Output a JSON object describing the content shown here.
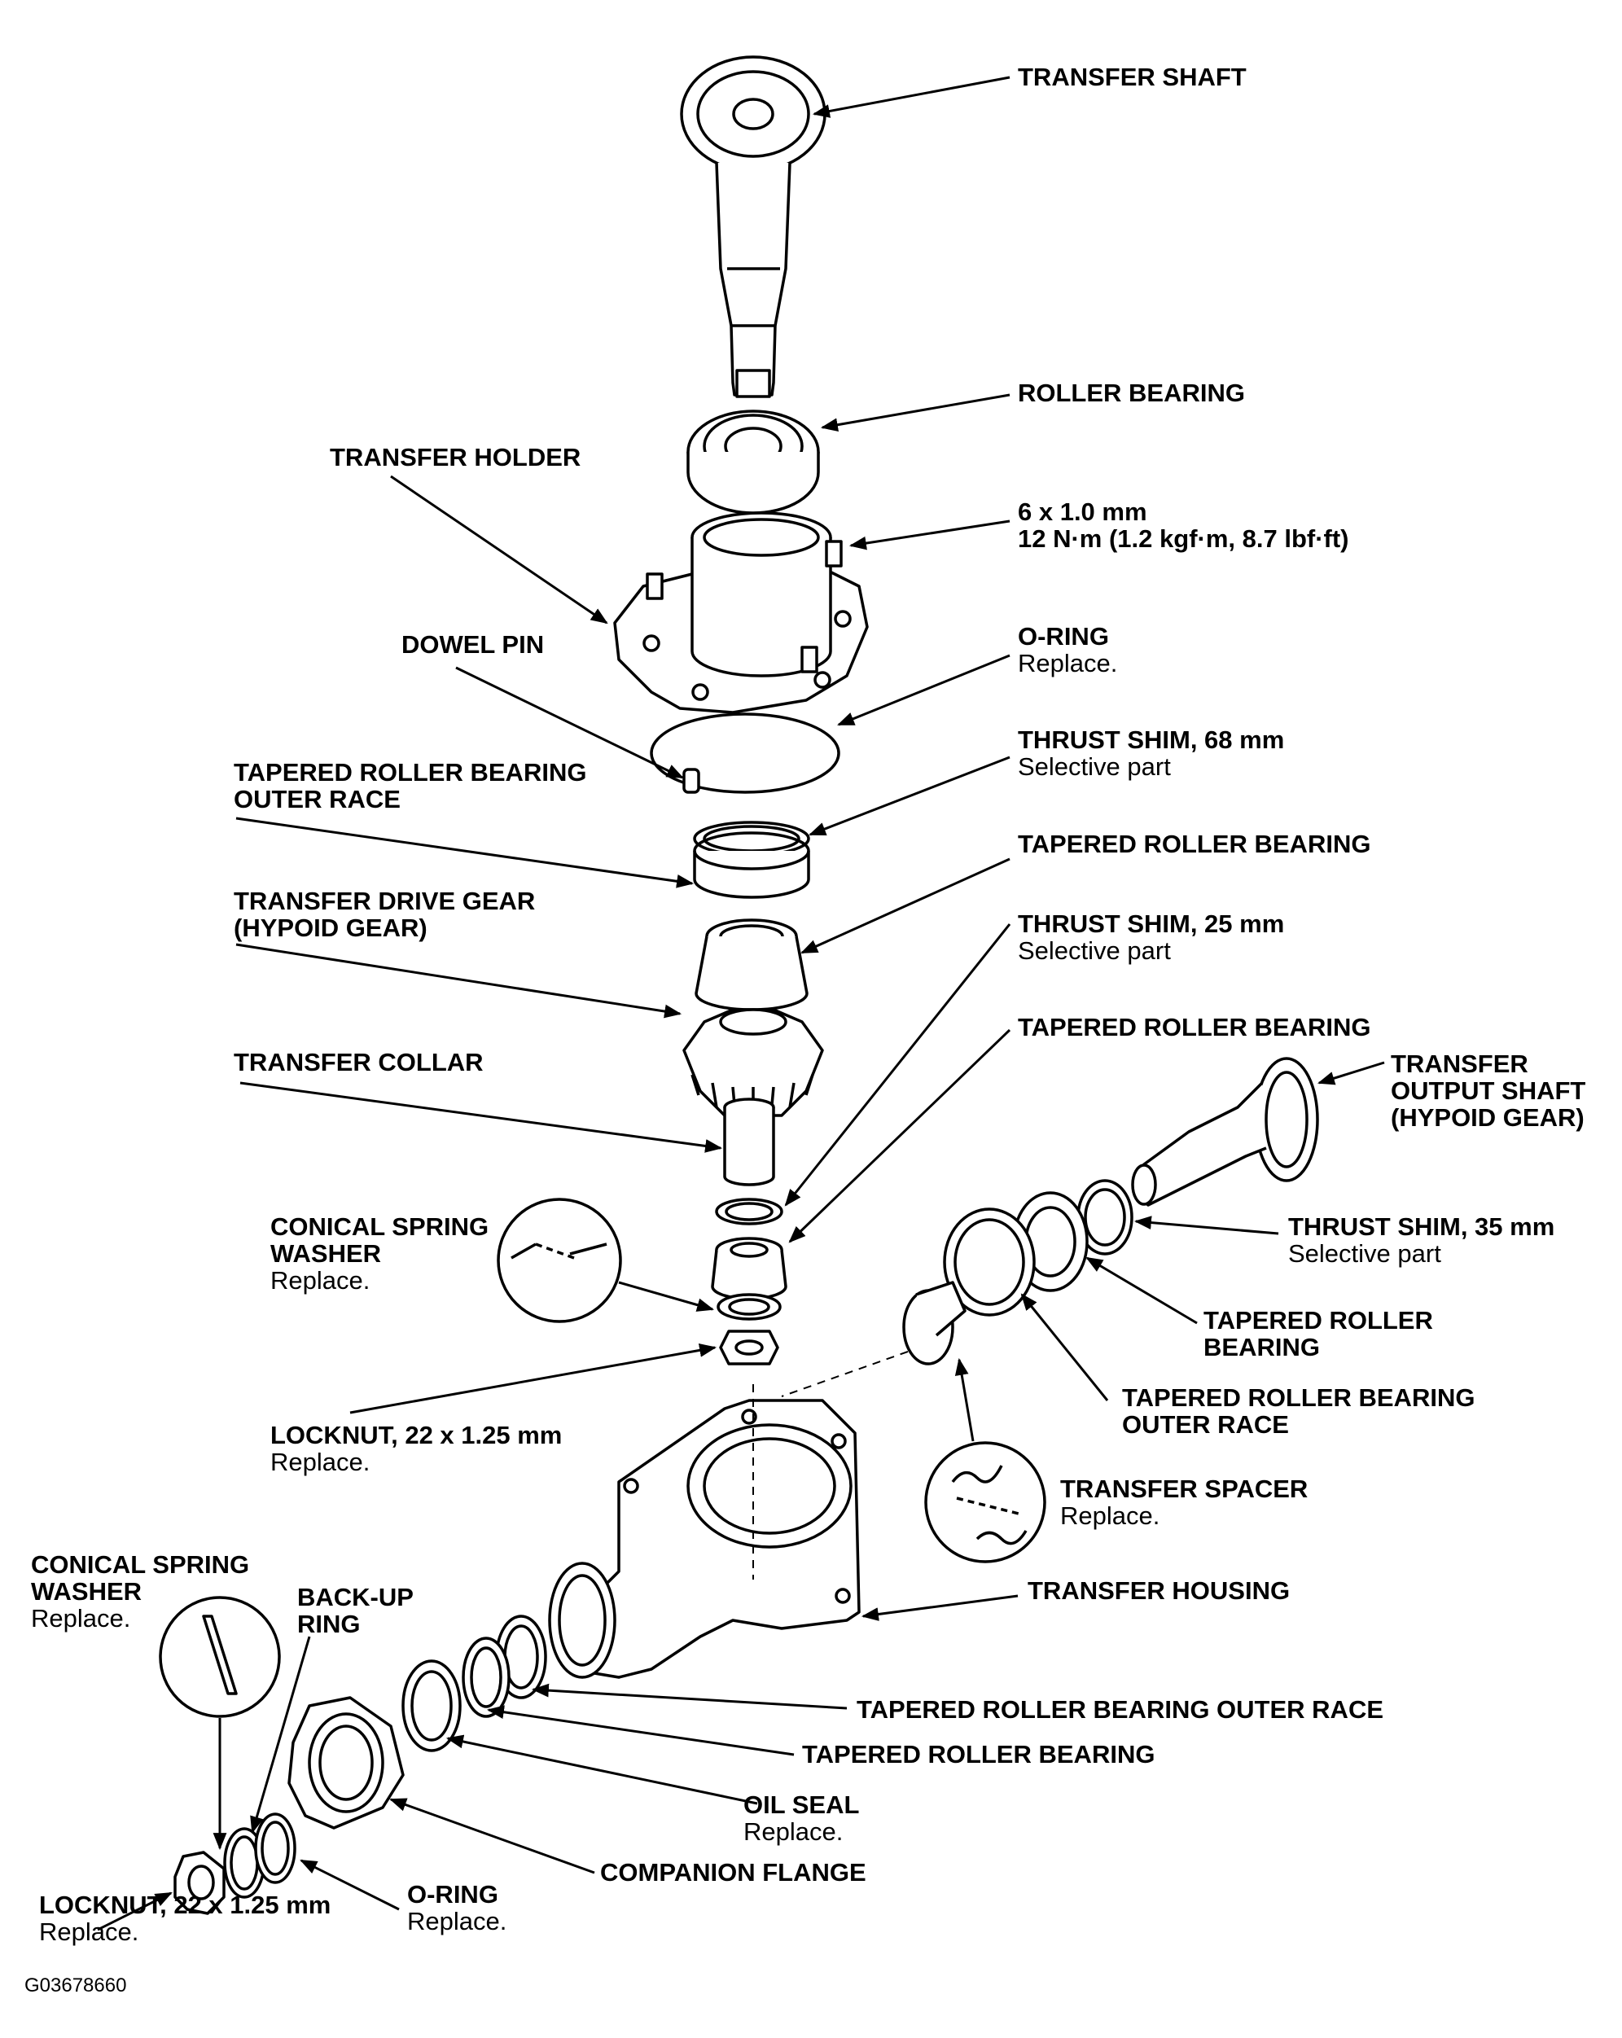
{
  "labels": {
    "transfer_shaft": {
      "title": "TRANSFER SHAFT",
      "note": ""
    },
    "roller_bearing": {
      "title": "ROLLER BEARING",
      "note": ""
    },
    "transfer_holder": {
      "title": "TRANSFER HOLDER",
      "note": ""
    },
    "bolt_spec": {
      "title": "6 x 1.0 mm",
      "note": "12 N·m (1.2 kgf·m, 8.7 lbf·ft)"
    },
    "dowel_pin": {
      "title": "DOWEL PIN",
      "note": ""
    },
    "o_ring_top": {
      "title": "O-RING",
      "note": "Replace."
    },
    "thrust_shim_68": {
      "title": "THRUST SHIM, 68 mm",
      "note": "Selective part"
    },
    "trb_outer_race_1": {
      "title": "TAPERED ROLLER BEARING",
      "note": "OUTER RACE"
    },
    "trb_1": {
      "title": "TAPERED ROLLER BEARING",
      "note": ""
    },
    "drive_gear": {
      "title": "TRANSFER DRIVE GEAR",
      "note": "(HYPOID GEAR)"
    },
    "thrust_shim_25": {
      "title": "THRUST SHIM, 25 mm",
      "note": "Selective part"
    },
    "trb_2": {
      "title": "TAPERED ROLLER BEARING",
      "note": ""
    },
    "transfer_collar": {
      "title": "TRANSFER COLLAR",
      "note": ""
    },
    "output_shaft": {
      "title": "TRANSFER",
      "note": "OUTPUT SHAFT",
      "note2": "(HYPOID GEAR)"
    },
    "conical_washer_1": {
      "title": "CONICAL SPRING",
      "title2": "WASHER",
      "note": "Replace."
    },
    "thrust_shim_35": {
      "title": "THRUST SHIM, 35 mm",
      "note": "Selective part"
    },
    "trb_3": {
      "title": "TAPERED ROLLER",
      "title2": "BEARING"
    },
    "trb_outer_race_2": {
      "title": "TAPERED ROLLER BEARING",
      "title2": "OUTER RACE"
    },
    "locknut_1": {
      "title": "LOCKNUT, 22 x 1.25 mm",
      "note": "Replace."
    },
    "transfer_spacer": {
      "title": "TRANSFER SPACER",
      "note": "Replace."
    },
    "conical_washer_2": {
      "title": "CONICAL SPRING",
      "title2": "WASHER",
      "note": "Replace."
    },
    "back_up_ring": {
      "title": "BACK-UP",
      "title2": "RING"
    },
    "transfer_housing": {
      "title": "TRANSFER HOUSING"
    },
    "trb_outer_race_3": {
      "title": "TAPERED ROLLER BEARING OUTER RACE"
    },
    "trb_4": {
      "title": "TAPERED ROLLER BEARING"
    },
    "oil_seal": {
      "title": "OIL SEAL",
      "note": "Replace."
    },
    "companion_flange": {
      "title": "COMPANION FLANGE"
    },
    "locknut_2": {
      "title": "LOCKNUT, 22 x 1.25 mm",
      "note": "Replace."
    },
    "o_ring_bottom": {
      "title": "O-RING",
      "note": "Replace."
    }
  },
  "figure_code": "G03678660"
}
